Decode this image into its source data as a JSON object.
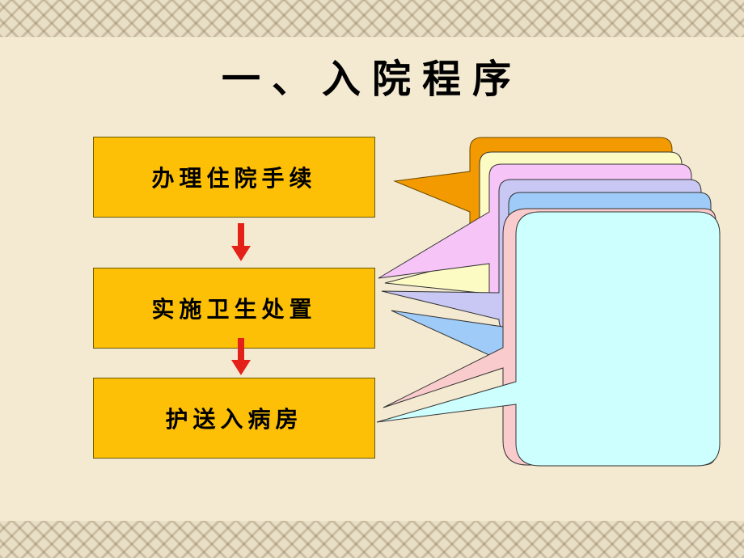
{
  "title": "一、入院程序",
  "steps": [
    {
      "label": "办理住院手续"
    },
    {
      "label": "实施卫生处置"
    },
    {
      "label": "护送入病房"
    }
  ],
  "colors": {
    "step_fill": "#fdc007",
    "arrow": "#e32119",
    "callouts": [
      "#f39a00",
      "#fdfbc4",
      "#f6c4f7",
      "#c9c7f3",
      "#9fcbf8",
      "#f9cbcc",
      "#cdffff"
    ]
  }
}
